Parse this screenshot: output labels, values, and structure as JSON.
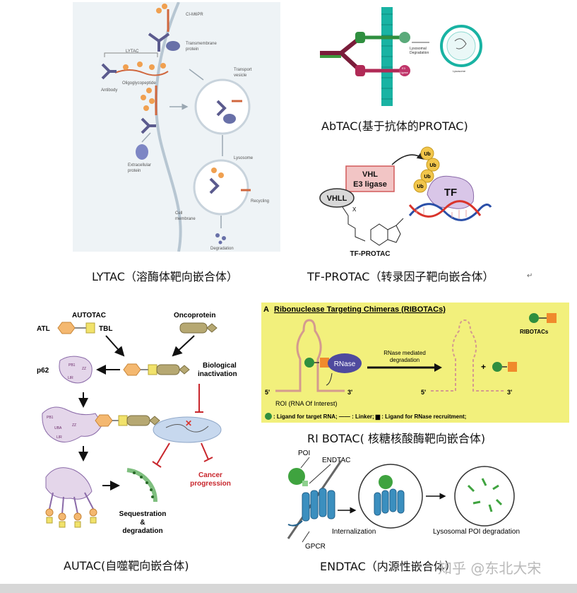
{
  "panels": {
    "lytac": {
      "caption": "LYTAC（溶酶体靶向嵌合体）",
      "labels": {
        "ci_m6pr": "CI-M6PR",
        "transmembrane": "Transmembrane",
        "protein": "protein",
        "lytac": "LYTAC",
        "oligoglycopeptide": "Oligoglycopeptide",
        "antibody": "Antibody",
        "transport": "Transport",
        "vesicle": "vesicle",
        "extracellular": "Extracellular",
        "extracellular_protein": "protein",
        "lysosome": "Lysosome",
        "recycling": "Recycling",
        "cell": "Cell",
        "membrane": "membrane",
        "degradation": "Degradation"
      }
    },
    "abtac": {
      "caption": "AbTAC(基于抗体的PROTAC)",
      "labels": {
        "lysosomal": "Lysosomal",
        "degradation": "Degradation",
        "lysosome": "Lysosome",
        "e3": "E3",
        "ligase": "Ligase"
      }
    },
    "tfprotac": {
      "caption": "TF-PROTAC（转录因子靶向嵌合体）",
      "caption_mark": "↵",
      "labels": {
        "vhl": "VHL",
        "e3_ligase": "E3 ligase",
        "vhll": "VHLL",
        "ub": "Ub",
        "tf": "TF",
        "x": "X",
        "structure_name": "TF-PROTAC"
      }
    },
    "autac": {
      "caption": "AUTAC(自噬靶向嵌合体)",
      "labels": {
        "autotac": "AUTOTAC",
        "atl": "ATL",
        "tbl": "TBL",
        "oncoprotein": "Oncoprotein",
        "p62": "p62",
        "pb1": "PB1",
        "zz": "ZZ",
        "uba": "UBA",
        "lir": "LIR",
        "biological": "Biological",
        "inactivation": "inactivation",
        "cancer": "Cancer",
        "progression": "progression",
        "sequestration": "Sequestration",
        "amp": "&",
        "degradation": "degradation"
      }
    },
    "ribotac": {
      "caption": "RI BOTAC( 核糖核酸酶靶向嵌合体)",
      "labels": {
        "title_prefix": "A",
        "title": "Ribonuclease Targeting Chimeras (RIBOTACs)",
        "legend": "RIBOTACs",
        "rnase": "RNase",
        "mediated1": "RNase mediated",
        "mediated2": "degradation",
        "five_prime": "5'",
        "three_prime": "3'",
        "roi": "ROI (RNA Of Interest)",
        "plus": "+",
        "footnote": ": Ligand for target RNA; —— : Linker; ▆ : Ligand for RNase recruitment;"
      }
    },
    "endtac": {
      "caption": "ENDTAC（内源性嵌合体）",
      "labels": {
        "poi": "POI",
        "endtac": "ENDTAC",
        "internalization": "Internalization",
        "lysosomal": "Lysosomal POI degradation",
        "gpcr": "GPCR"
      }
    }
  },
  "watermark": "知乎 @东北大宋",
  "colors": {
    "lytac_bg": "#eef3f6",
    "ribotac_bg": "#f2f07c",
    "abtac_membrane": "#19b3a3",
    "rnase": "#4f4a9e",
    "endtac_blue": "#3b8fbf",
    "endtac_green": "#3fa33f",
    "red_arrow": "#c8262c"
  }
}
